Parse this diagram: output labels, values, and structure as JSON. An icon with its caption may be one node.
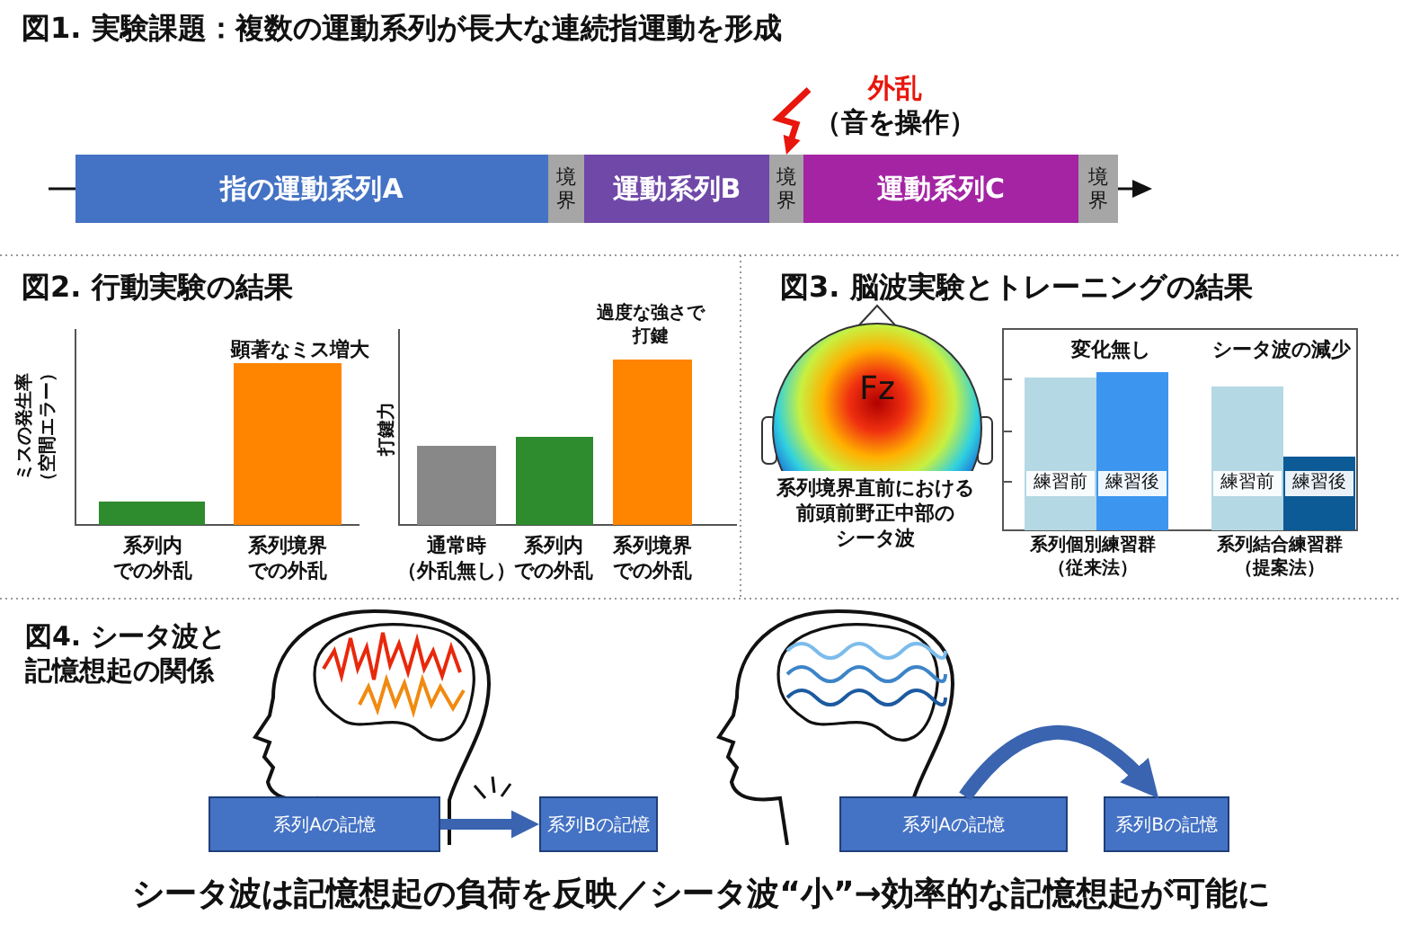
{
  "diagram": {
    "caption": "シータ波は記憶想起の負荷を反映／シータ波“小”→効率的な記憶想起が可能に",
    "nodes": [
      {
        "text": [
          "指の運動系列A"
        ]
      },
      {
        "text": [
          "境界"
        ]
      },
      {
        "text": [
          "運動系列B"
        ]
      },
      {
        "text": [
          "境界"
        ]
      },
      {
        "text": [
          "運動系列C"
        ]
      },
      {
        "text": [
          "境界"
        ]
      },
      {
        "text": [
          "外乱",
          "（音を操作）"
        ]
      },
      {
        "text": [
          "系列Aの記憶"
        ]
      },
      {
        "text": [
          "系列Bの記憶"
        ]
      },
      {
        "text": [
          "系列Aの記憶"
        ]
      },
      {
        "text": [
          "系列Bの記憶"
        ]
      }
    ],
    "edges": [
      {
        "from": 6,
        "to": 3,
        "arrow": "to",
        "color": "#e8160c"
      },
      {
        "from": 7,
        "to": 8,
        "arrow": "to"
      },
      {
        "from": 9,
        "to": 10,
        "arrow": "to"
      }
    ],
    "labels": [
      "図1. 実験課題：複数の運動系列が長大な連続指運動を形成",
      "図2. 行動実験の結果",
      "ミスの発生率（空間エラー）",
      "顕著なミス増大",
      "系列内での外乱",
      "系列境界での外乱",
      "打鍵力",
      "過度な強さで打鍵",
      "通常時（外乱無し）",
      "系列内での外乱",
      "系列境界での外乱",
      "図3. 脳波実験とトレーニングの結果",
      "Fz",
      "系列境界直前における前頭前野正中部のシータ波",
      "変化無し",
      "シータ波の減少",
      "練習前",
      "練習後",
      "練習前",
      "練習後",
      "系列個別練習群（従来法）",
      "系列結合練習群（提案法）",
      "図4. シータ波と記憶想起の関係"
    ]
  }
}
